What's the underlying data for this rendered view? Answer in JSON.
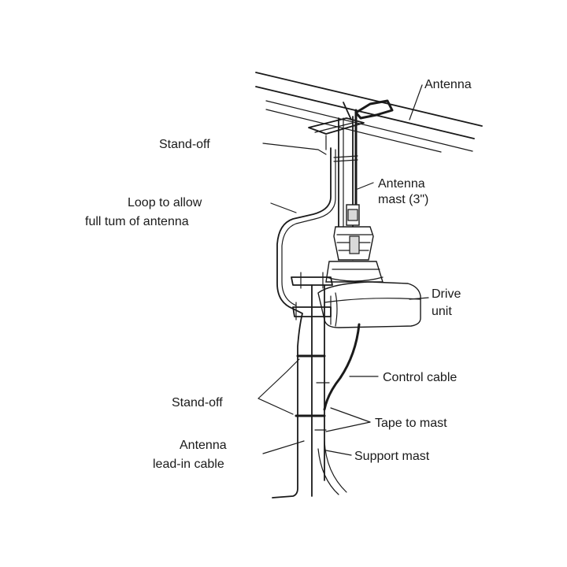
{
  "labels": {
    "antenna": "Antenna",
    "stand_off_top": "Stand-off",
    "antenna_mast_line1": "Antenna",
    "antenna_mast_line2": "mast (3\")",
    "loop_line1": "Loop to allow",
    "loop_line2": "full tum of antenna",
    "drive_unit_line1": "Drive",
    "drive_unit_line2": "unit",
    "control_cable": "Control cable",
    "stand_off_bottom": "Stand-off",
    "tape_to_mast": "Tape to mast",
    "lead_in_line1": "Antenna",
    "lead_in_line2": "lead-in cable",
    "support_mast": "Support mast"
  },
  "colors": {
    "ink": "#1a1a1a",
    "shade": "#d9d9d9",
    "background": "#ffffff"
  }
}
